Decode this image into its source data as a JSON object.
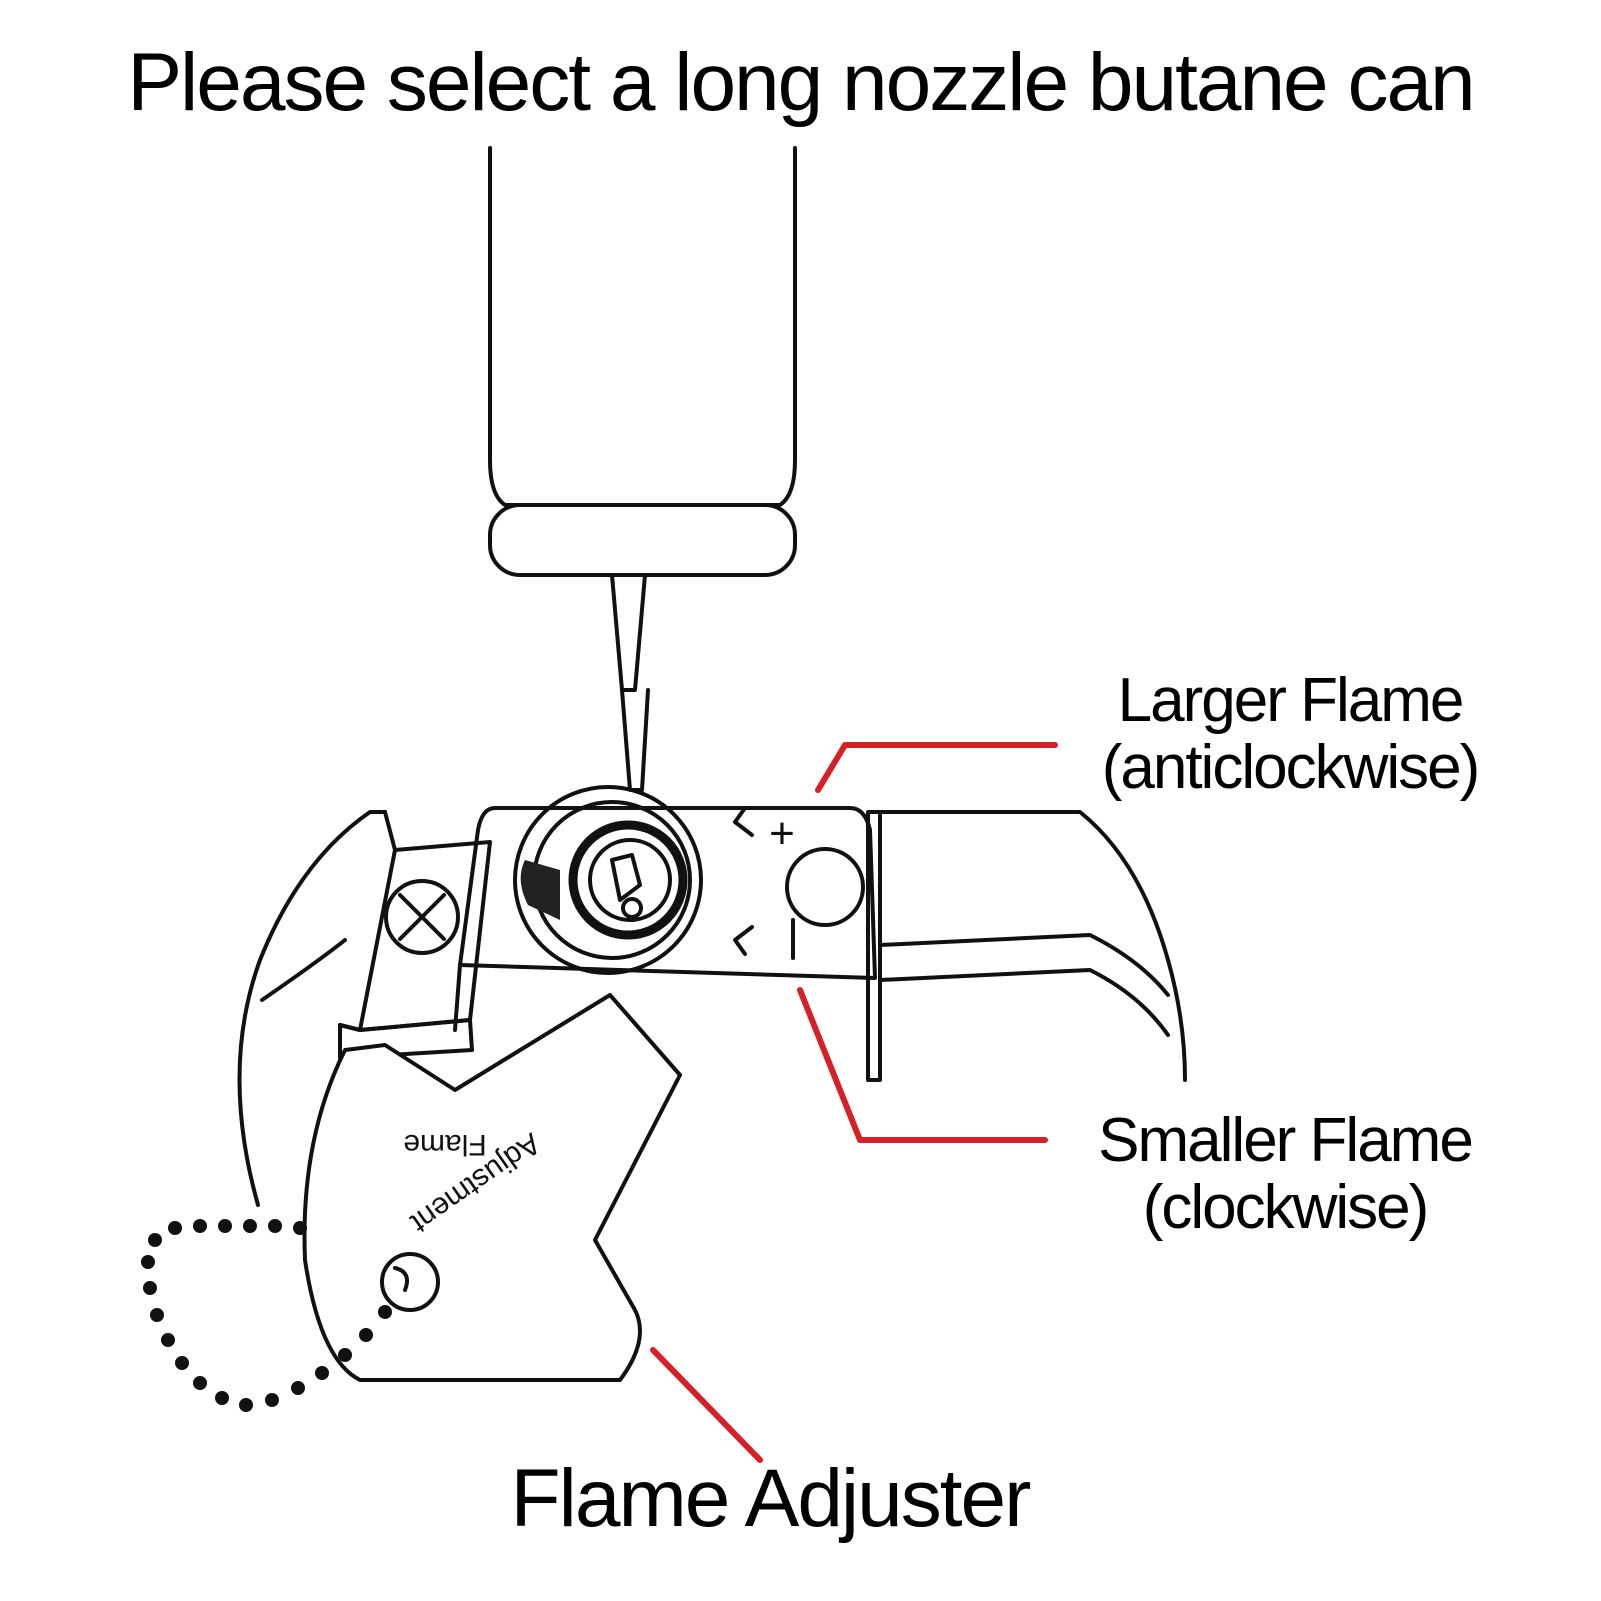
{
  "title": "Please select a long nozzle butane can",
  "labels": {
    "larger_flame": {
      "line1": "Larger Flame",
      "line2": "(anticlockwise)"
    },
    "smaller_flame": {
      "line1": "Smaller Flame",
      "line2": "(clockwise)"
    },
    "flame_adjuster": "Flame Adjuster"
  },
  "marks": {
    "plus": "+",
    "minus": "−"
  },
  "tool_engraving": {
    "line1": "Flame",
    "line2": "Adjustment"
  },
  "colors": {
    "callout_line": "#d61f26",
    "outline": "#111111",
    "background": "#ffffff"
  }
}
